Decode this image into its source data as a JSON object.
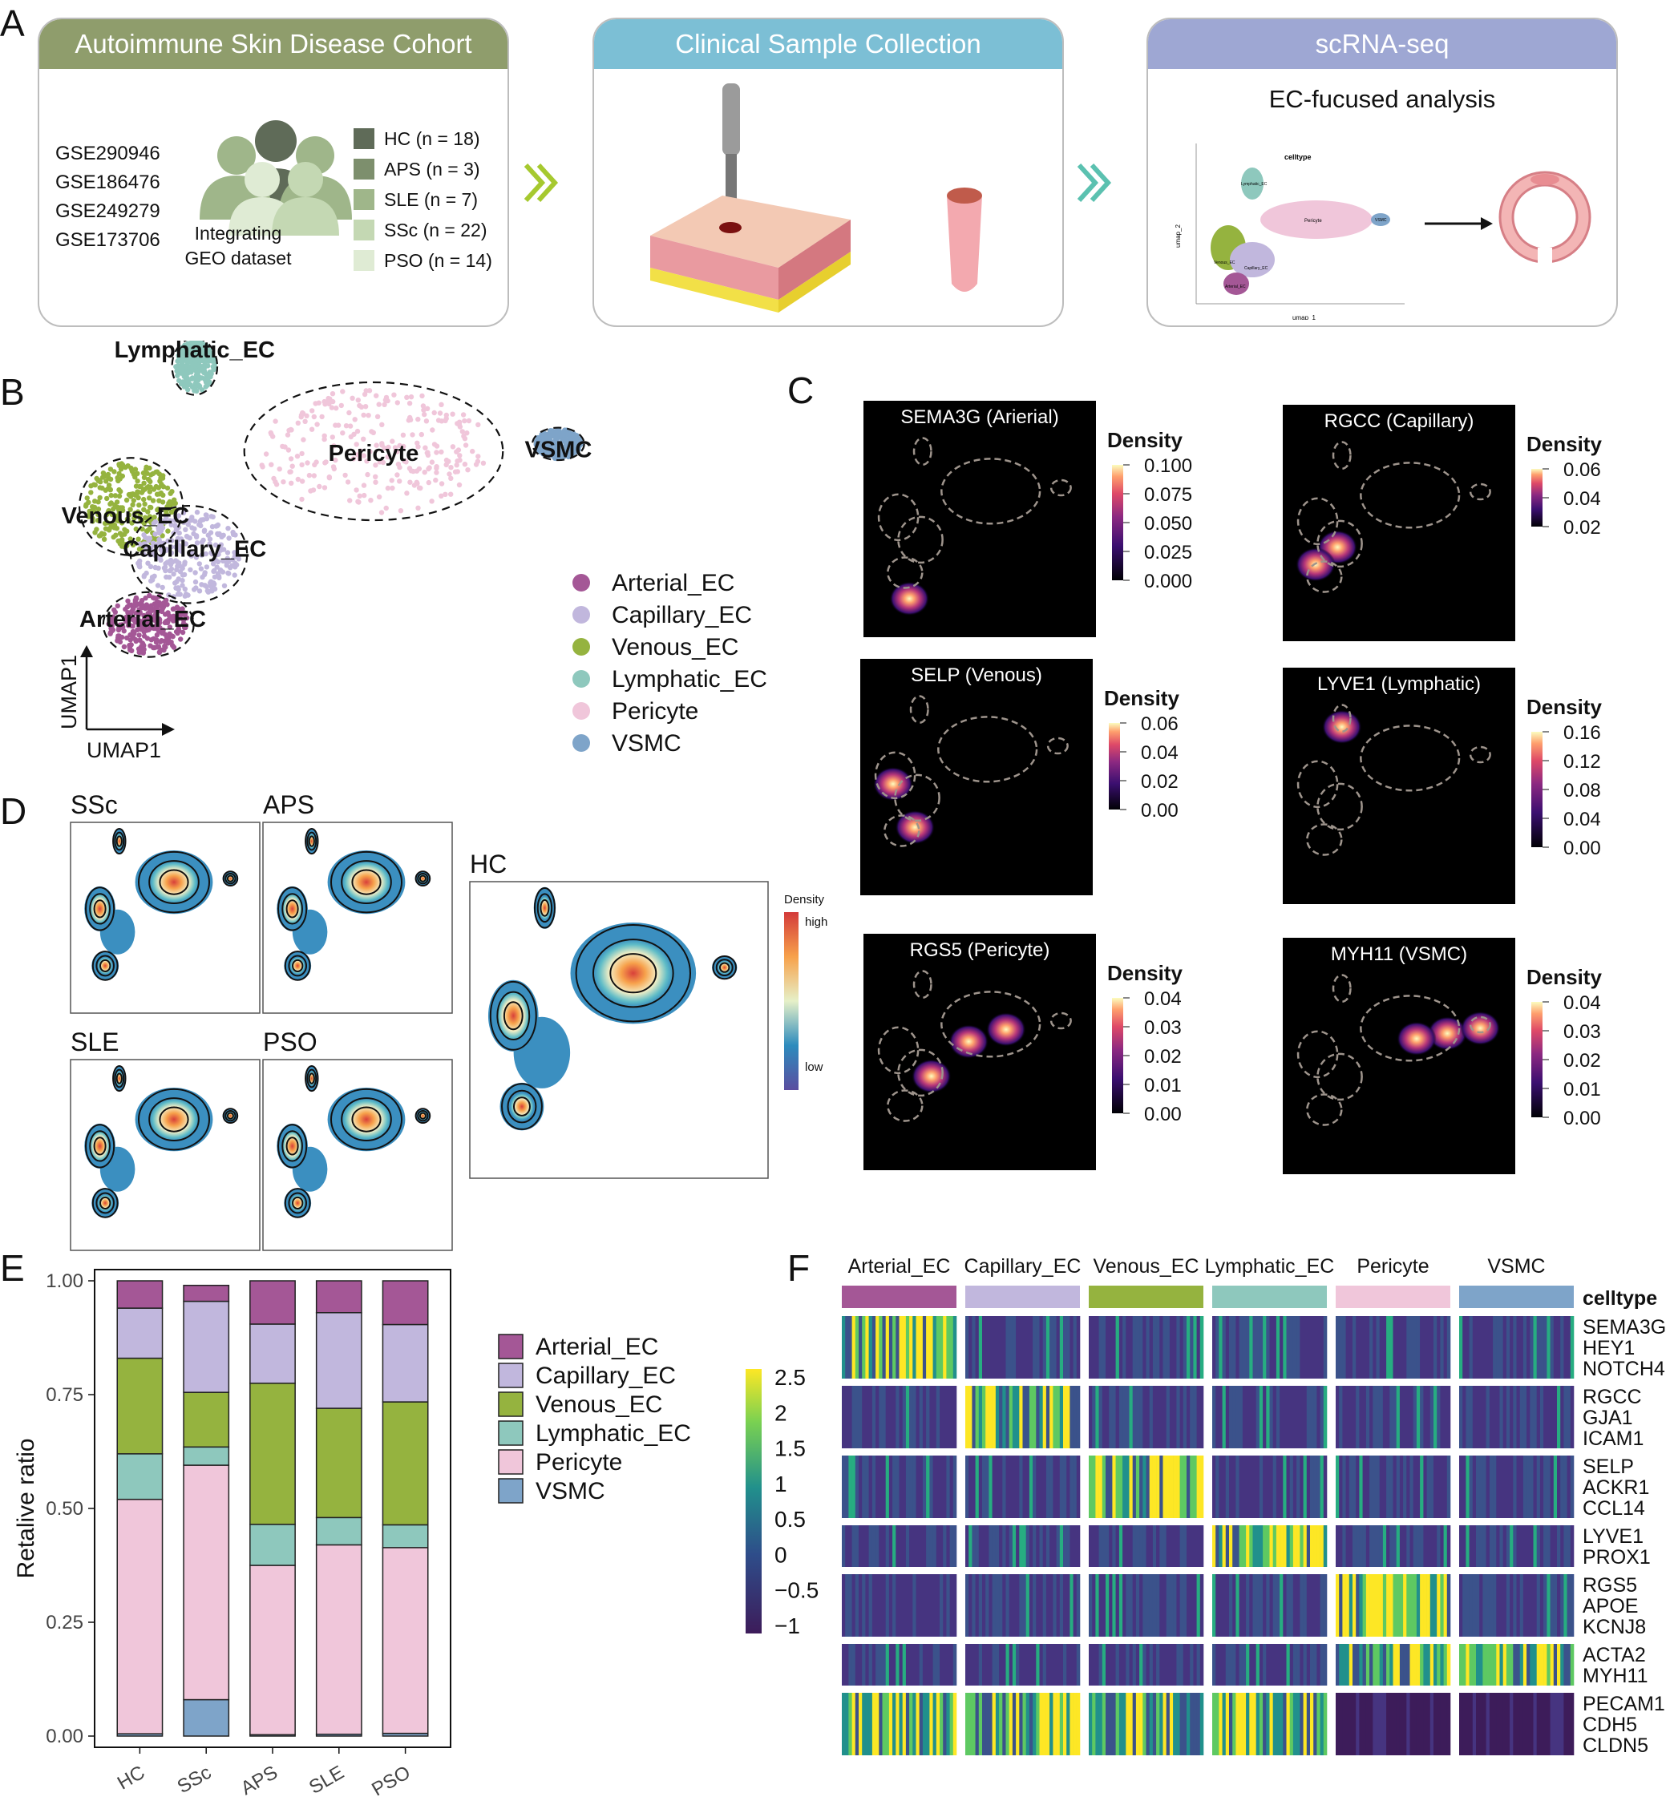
{
  "panels": {
    "A": "A",
    "B": "B",
    "C": "C",
    "D": "D",
    "E": "E",
    "F": "F"
  },
  "colors": {
    "arterial": "#a45796",
    "capillary": "#c1b7dd",
    "venous": "#95b33f",
    "lymphatic": "#8ec8bd",
    "pericyte": "#f0c6da",
    "vsmc": "#7ea4c9",
    "cohort_head": "#8f9d6c",
    "sample_head": "#7cbfd5",
    "scrna_head": "#9ea7d3"
  },
  "panelA": {
    "card1": {
      "title": "Autoimmune Skin Disease Cohort",
      "datasets": [
        "GSE290946",
        "GSE186476",
        "GSE249279",
        "GSE173706"
      ],
      "integrating": [
        "Integrating",
        "GEO dataset"
      ],
      "groups": [
        {
          "label": "HC (n = 18)",
          "color": "#5f6b58"
        },
        {
          "label": "APS (n = 3)",
          "color": "#7d8f6d"
        },
        {
          "label": "SLE (n = 7)",
          "color": "#9fb68a"
        },
        {
          "label": "SSc (n = 22)",
          "color": "#c4d8b3"
        },
        {
          "label": "PSO (n = 14)",
          "color": "#dfebd4"
        }
      ]
    },
    "card2": {
      "title": "Clinical Sample Collection"
    },
    "card3": {
      "title": "scRNA-seq",
      "subtitle": "EC-fucused analysis",
      "mini_umap": {
        "title": "celltype",
        "xlabel": "umap_1",
        "ylabel": "umap_2",
        "labels": [
          "Lymphatic_EC",
          "Pericyte",
          "VSMC",
          "Venous_EC",
          "Capillary_EC",
          "Arterial_EC"
        ]
      }
    }
  },
  "panelB": {
    "cluster_labels": [
      "Lymphatic_EC",
      "Pericyte",
      "VSMC",
      "Venous_EC",
      "Capillary_EC",
      "Arterial_EC"
    ],
    "axis_x": "UMAP1",
    "axis_y": "UMAP1",
    "legend": [
      "Arterial_EC",
      "Capillary_EC",
      "Venous_EC",
      "Lymphatic_EC",
      "Pericyte",
      "VSMC"
    ]
  },
  "panelC": {
    "legend_title": "Density",
    "plots": [
      {
        "title": "SEMA3G (Arierial)",
        "ticks": [
          "0.100",
          "0.075",
          "0.050",
          "0.025",
          "0.000"
        ]
      },
      {
        "title": "RGCC (Capillary)",
        "ticks": [
          "0.06",
          "0.04",
          "0.02"
        ]
      },
      {
        "title": "SELP (Venous)",
        "ticks": [
          "0.06",
          "0.04",
          "0.02",
          "0.00"
        ]
      },
      {
        "title": "LYVE1 (Lymphatic)",
        "ticks": [
          "0.16",
          "0.12",
          "0.08",
          "0.04",
          "0.00"
        ]
      },
      {
        "title": "RGS5 (Pericyte)",
        "ticks": [
          "0.04",
          "0.03",
          "0.02",
          "0.01",
          "0.00"
        ]
      },
      {
        "title": "MYH11 (VSMC)",
        "ticks": [
          "0.04",
          "0.03",
          "0.02",
          "0.01",
          "0.00"
        ]
      }
    ]
  },
  "panelD": {
    "groups": [
      "SSc",
      "APS",
      "SLE",
      "PSO",
      "HC"
    ],
    "legend_title": "Density",
    "legend_high": "high",
    "legend_low": "low"
  },
  "chart_data": [
    {
      "type": "bar",
      "stacked": true,
      "title": "",
      "xlabel": "",
      "ylabel": "Retalive ratio",
      "ylim": [
        0,
        1
      ],
      "yticks": [
        "0.00",
        "0.25",
        "0.50",
        "0.75",
        "1.00"
      ],
      "categories": [
        "HC",
        "SSc",
        "APS",
        "SLE",
        "PSO"
      ],
      "series": [
        {
          "name": "VSMC",
          "values": [
            0.005,
            0.08,
            0.003,
            0.004,
            0.006
          ]
        },
        {
          "name": "Pericyte",
          "values": [
            0.515,
            0.515,
            0.372,
            0.416,
            0.408
          ]
        },
        {
          "name": "Lymphatic_EC",
          "values": [
            0.1,
            0.04,
            0.09,
            0.06,
            0.05
          ]
        },
        {
          "name": "Venous_EC",
          "values": [
            0.21,
            0.12,
            0.31,
            0.24,
            0.27
          ]
        },
        {
          "name": "Capillary_EC",
          "values": [
            0.11,
            0.2,
            0.13,
            0.21,
            0.17
          ]
        },
        {
          "name": "Arterial_EC",
          "values": [
            0.06,
            0.035,
            0.095,
            0.07,
            0.096
          ]
        }
      ],
      "legend": [
        "Arterial_EC",
        "Capillary_EC",
        "Venous_EC",
        "Lymphatic_EC",
        "Pericyte",
        "VSMC"
      ]
    },
    {
      "type": "heatmap",
      "column_groups": [
        "Arterial_EC",
        "Capillary_EC",
        "Venous_EC",
        "Lymphatic_EC",
        "Pericyte",
        "VSMC"
      ],
      "annotation_label": "celltype",
      "gene_blocks": [
        {
          "genes": [
            "SEMA3G",
            "HEY1",
            "NOTCH4"
          ],
          "high_in": [
            0
          ]
        },
        {
          "genes": [
            "RGCC",
            "GJA1",
            "ICAM1"
          ],
          "high_in": [
            1
          ]
        },
        {
          "genes": [
            "SELP",
            "ACKR1",
            "CCL14"
          ],
          "high_in": [
            2
          ]
        },
        {
          "genes": [
            "LYVE1",
            "PROX1"
          ],
          "high_in": [
            3
          ]
        },
        {
          "genes": [
            "RGS5",
            "APOE",
            "KCNJ8"
          ],
          "high_in": [
            4
          ]
        },
        {
          "genes": [
            "ACTA2",
            "MYH11"
          ],
          "high_in": [
            4,
            5
          ]
        },
        {
          "genes": [
            "PECAM1",
            "CDH5",
            "CLDN5"
          ],
          "high_in": [
            0,
            1,
            2,
            3
          ]
        }
      ],
      "color_scale_ticks": [
        "2.5",
        "2",
        "1.5",
        "1",
        "0.5",
        "0",
        "−0.5",
        "−1"
      ]
    }
  ]
}
